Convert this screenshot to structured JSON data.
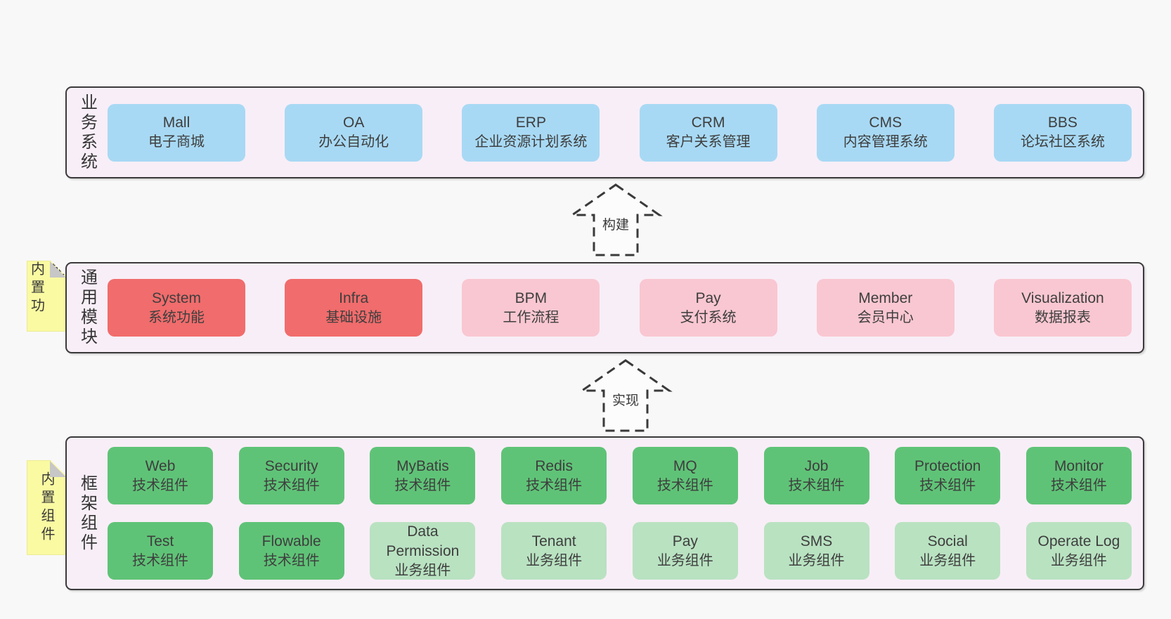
{
  "colors": {
    "page-bg": "#f8f8f8",
    "panel-bg": "#f8eef7",
    "panel-border": "#3a3a3a",
    "box-blue": "#a8d9f4",
    "box-red": "#f16c6c",
    "box-pink": "#f9c7d1",
    "box-green": "#5fc377",
    "box-green-light": "#b9e2c1",
    "sticky-yellow": "#fafaa2",
    "sticky-fold": "#c7c7c7",
    "text-dark": "#3e3e3e"
  },
  "layers": [
    {
      "label": "业务系统",
      "rows": [
        [
          {
            "name": "Mall",
            "desc": "电子商城",
            "variant": "blue"
          },
          {
            "name": "OA",
            "desc": "办公自动化",
            "variant": "blue"
          },
          {
            "name": "ERP",
            "desc": "企业资源计划系统",
            "variant": "blue"
          },
          {
            "name": "CRM",
            "desc": "客户关系管理",
            "variant": "blue"
          },
          {
            "name": "CMS",
            "desc": "内容管理系统",
            "variant": "blue"
          },
          {
            "name": "BBS",
            "desc": "论坛社区系统",
            "variant": "blue"
          }
        ]
      ]
    },
    {
      "label": "通用模块",
      "sticky": "内置功能",
      "rows": [
        [
          {
            "name": "System",
            "desc": "系统功能",
            "variant": "red"
          },
          {
            "name": "Infra",
            "desc": "基础设施",
            "variant": "red"
          },
          {
            "name": "BPM",
            "desc": "工作流程",
            "variant": "pink"
          },
          {
            "name": "Pay",
            "desc": "支付系统",
            "variant": "pink"
          },
          {
            "name": "Member",
            "desc": "会员中心",
            "variant": "pink"
          },
          {
            "name": "Visualization",
            "desc": "数据报表",
            "variant": "pink"
          }
        ]
      ]
    },
    {
      "label": "框架组件",
      "sticky": "内置组件",
      "rows": [
        [
          {
            "name": "Web",
            "desc": "技术组件",
            "variant": "green"
          },
          {
            "name": "Security",
            "desc": "技术组件",
            "variant": "green"
          },
          {
            "name": "MyBatis",
            "desc": "技术组件",
            "variant": "green"
          },
          {
            "name": "Redis",
            "desc": "技术组件",
            "variant": "green"
          },
          {
            "name": "MQ",
            "desc": "技术组件",
            "variant": "green"
          },
          {
            "name": "Job",
            "desc": "技术组件",
            "variant": "green"
          },
          {
            "name": "Protection",
            "desc": "技术组件",
            "variant": "green"
          },
          {
            "name": "Monitor",
            "desc": "技术组件",
            "variant": "green"
          }
        ],
        [
          {
            "name": "Test",
            "desc": "技术组件",
            "variant": "green"
          },
          {
            "name": "Flowable",
            "desc": "技术组件",
            "variant": "green"
          },
          {
            "name": "Data Permission",
            "desc": "业务组件",
            "variant": "green-light"
          },
          {
            "name": "Tenant",
            "desc": "业务组件",
            "variant": "green-light"
          },
          {
            "name": "Pay",
            "desc": "业务组件",
            "variant": "green-light"
          },
          {
            "name": "SMS",
            "desc": "业务组件",
            "variant": "green-light"
          },
          {
            "name": "Social",
            "desc": "业务组件",
            "variant": "green-light"
          },
          {
            "name": "Operate Log",
            "desc": "业务组件",
            "variant": "green-light"
          }
        ]
      ]
    }
  ],
  "arrows": [
    {
      "label": "构建"
    },
    {
      "label": "实现"
    }
  ]
}
